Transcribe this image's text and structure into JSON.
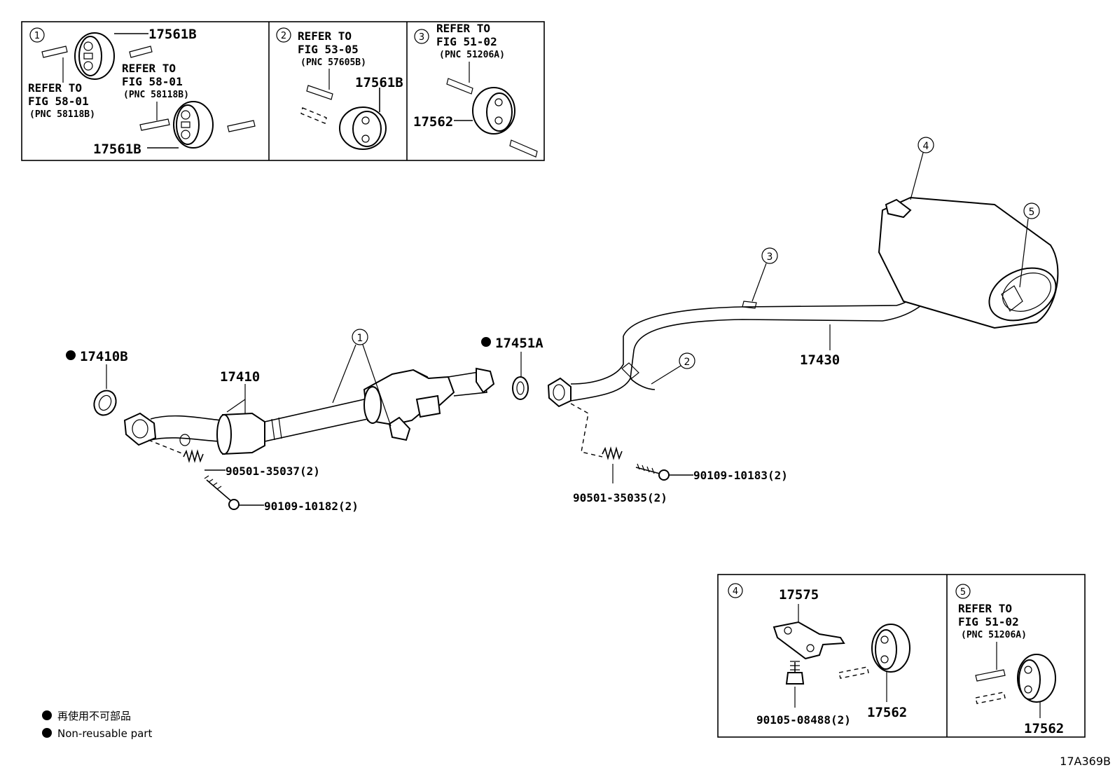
{
  "insets": [
    {
      "circle": "1",
      "parts": [
        "17561B",
        "17561B"
      ],
      "ref1": [
        "REFER TO",
        "FIG 58-01",
        "(PNC 58118B)"
      ],
      "ref2": [
        "REFER TO",
        "FIG 58-01",
        "(PNC 58118B)"
      ]
    },
    {
      "circle": "2",
      "parts": [
        "17561B"
      ],
      "ref": [
        "REFER TO",
        "FIG 53-05",
        "(PNC 57605B)"
      ]
    },
    {
      "circle": "3",
      "parts": [
        "17562"
      ],
      "ref": [
        "REFER TO",
        "FIG 51-02",
        "(PNC 51206A)"
      ]
    },
    {
      "circle": "4",
      "parts": [
        "17575",
        "17562",
        "90105-08488(2)"
      ]
    },
    {
      "circle": "5",
      "parts": [
        "17562"
      ],
      "ref": [
        "REFER TO",
        "FIG 51-02",
        "(PNC 51206A)"
      ]
    }
  ],
  "main": {
    "callouts": [
      "1",
      "2",
      "3",
      "4",
      "5"
    ],
    "labels": {
      "gasket_left": "17410B",
      "converter": "17410",
      "gasket_mid": "17451A",
      "tailpipe": "17430",
      "spring_left": "90501-35037(2)",
      "bolt_left": "90109-10182(2)",
      "bolt_right": "90109-10183(2)",
      "spring_right": "90501-35035(2)"
    }
  },
  "legend": {
    "line_ja": "再使用不可部品",
    "line_en": "Non-reusable part"
  },
  "diagram_id": "17A369B"
}
